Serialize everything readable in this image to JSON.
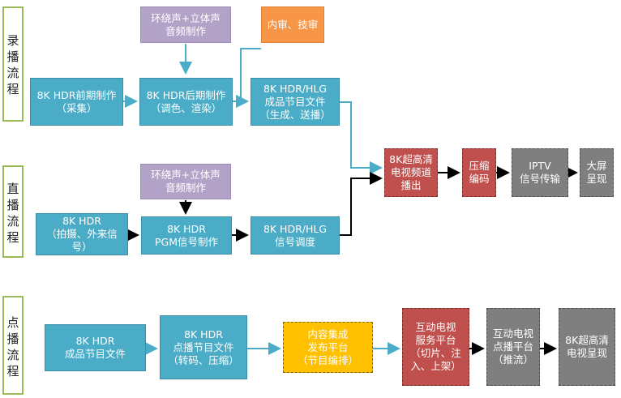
{
  "lanes": {
    "recorded": "录\n播\n流\n程",
    "live": "直\n播\n流\n程",
    "vod": "点\n播\n流\n程"
  },
  "boxes": {
    "surround_top": "环绕声+立体声\n音频制作",
    "review": "内审、技审",
    "pre_production": "8K HDR前期制作\n（采集）",
    "post_production": "8K HDR后期制作\n（调色、渲染）",
    "finished_file": "8K HDR/HLG\n成品节目文件\n（生成、送播）",
    "broadcast_channel": "8K超高清\n电视频道\n播出",
    "compress": "压缩\n编码",
    "iptv": "IPTV\n信号传输",
    "big_screen": "大屏\n呈现",
    "surround_mid": "环绕声+立体声\n音频制作",
    "live_source": "8K HDR\n（拍摄、外来信\n号）",
    "pgm": "8K HDR\nPGM信号制作",
    "signal_dispatch": "8K HDR/HLG\n信号调度",
    "vod_file": "8K HDR\n成品节目文件",
    "vod_transcode": "8K HDR\n点播节目文件\n（转码、压缩）",
    "content_platform": "内容集成\n发布平台\n（节目编排）",
    "service_platform": "互动电视\n服务平台\n（切片、注\n入、上架）",
    "vod_platform": "互动电视\n点播平台\n（推流）",
    "uhd_display": "8K超高清\n电视呈现"
  }
}
